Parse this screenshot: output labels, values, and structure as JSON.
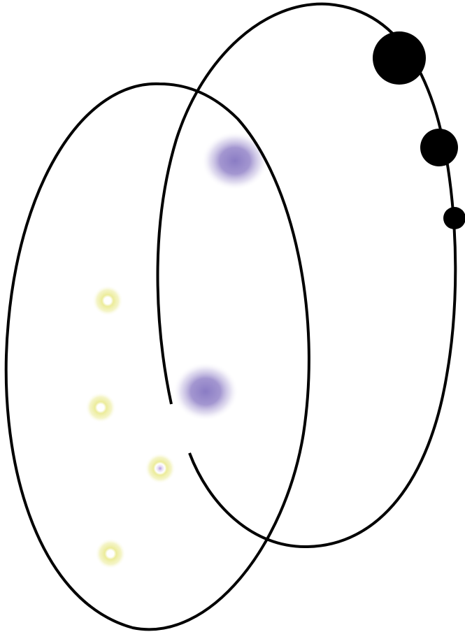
{
  "colors": {
    "background": "#ffffff",
    "stroke": "#000000",
    "purple_glow": "#8878c0",
    "yellow_glow": "#e8e890",
    "yellow_core": "#ffffff",
    "dot_fill": "#000000"
  },
  "elements": {
    "rings": [
      {
        "name": "left-ring",
        "shape": "ellipse"
      },
      {
        "name": "right-ring",
        "shape": "ellipse with gap"
      }
    ],
    "purple_glows": [
      {
        "name": "purple-glow-upper"
      },
      {
        "name": "purple-glow-lower"
      }
    ],
    "yellow_glows": [
      {
        "name": "yellow-glow-1",
        "core": "white"
      },
      {
        "name": "yellow-glow-2",
        "core": "white"
      },
      {
        "name": "yellow-glow-3",
        "core": "violet"
      },
      {
        "name": "yellow-glow-4",
        "core": "white"
      }
    ],
    "dots": [
      {
        "name": "dot-large"
      },
      {
        "name": "dot-medium"
      },
      {
        "name": "dot-small"
      }
    ]
  }
}
